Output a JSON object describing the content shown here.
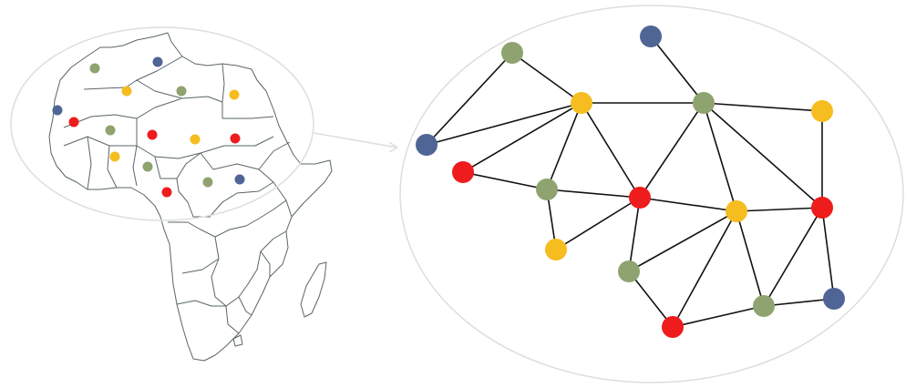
{
  "colors": {
    "red": "#ee1c1c",
    "yellow": "#f5bd1f",
    "green": "#8ea36f",
    "blue": "#4f6596",
    "edge": "#111111",
    "outline": "#dddddd",
    "map_stroke": "#5a6566"
  },
  "map_nodes": [
    {
      "id": "m1",
      "color": "yellow"
    },
    {
      "id": "m2",
      "color": "green"
    },
    {
      "id": "m3",
      "color": "blue"
    },
    {
      "id": "m4",
      "color": "green"
    },
    {
      "id": "m5",
      "color": "yellow"
    },
    {
      "id": "m6",
      "color": "blue"
    },
    {
      "id": "m7",
      "color": "red"
    },
    {
      "id": "m8",
      "color": "green"
    },
    {
      "id": "m9",
      "color": "red"
    },
    {
      "id": "m10",
      "color": "yellow"
    },
    {
      "id": "m11",
      "color": "red"
    },
    {
      "id": "m12",
      "color": "yellow"
    },
    {
      "id": "m13",
      "color": "green"
    },
    {
      "id": "m14",
      "color": "red"
    },
    {
      "id": "m15",
      "color": "green"
    },
    {
      "id": "m16",
      "color": "blue"
    }
  ],
  "graph_nodes": [
    {
      "id": "n1",
      "color": "green"
    },
    {
      "id": "n2",
      "color": "blue"
    },
    {
      "id": "n3",
      "color": "yellow"
    },
    {
      "id": "n4",
      "color": "green"
    },
    {
      "id": "n5",
      "color": "yellow"
    },
    {
      "id": "n6",
      "color": "blue"
    },
    {
      "id": "n7",
      "color": "red"
    },
    {
      "id": "n8",
      "color": "green"
    },
    {
      "id": "n9",
      "color": "red"
    },
    {
      "id": "n10",
      "color": "yellow"
    },
    {
      "id": "n11",
      "color": "red"
    },
    {
      "id": "n12",
      "color": "yellow"
    },
    {
      "id": "n13",
      "color": "green"
    },
    {
      "id": "n14",
      "color": "red"
    },
    {
      "id": "n15",
      "color": "green"
    },
    {
      "id": "n16",
      "color": "blue"
    }
  ],
  "graph_edges": [
    [
      "n1",
      "n3"
    ],
    [
      "n2",
      "n4"
    ],
    [
      "n3",
      "n4"
    ],
    [
      "n4",
      "n5"
    ],
    [
      "n6",
      "n1"
    ],
    [
      "n6",
      "n3"
    ],
    [
      "n7",
      "n3"
    ],
    [
      "n7",
      "n8"
    ],
    [
      "n8",
      "n3"
    ],
    [
      "n3",
      "n9"
    ],
    [
      "n4",
      "n9"
    ],
    [
      "n4",
      "n10"
    ],
    [
      "n4",
      "n11"
    ],
    [
      "n5",
      "n11"
    ],
    [
      "n8",
      "n9"
    ],
    [
      "n8",
      "n12"
    ],
    [
      "n12",
      "n9"
    ],
    [
      "n9",
      "n10"
    ],
    [
      "n10",
      "n11"
    ],
    [
      "n9",
      "n13"
    ],
    [
      "n13",
      "n10"
    ],
    [
      "n13",
      "n14"
    ],
    [
      "n14",
      "n10"
    ],
    [
      "n10",
      "n15"
    ],
    [
      "n15",
      "n11"
    ],
    [
      "n11",
      "n16"
    ],
    [
      "n14",
      "n15"
    ],
    [
      "n15",
      "n16"
    ]
  ]
}
